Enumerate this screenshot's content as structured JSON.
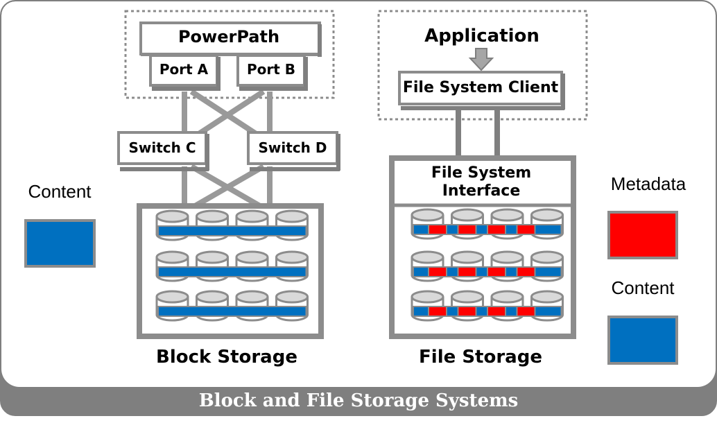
{
  "footer": {
    "title": "Block and File Storage Systems"
  },
  "block": {
    "powerpath": "PowerPath",
    "port_a": "Port A",
    "port_b": "Port B",
    "switch_c": "Switch C",
    "switch_d": "Switch D",
    "caption": "Block Storage"
  },
  "file": {
    "application": "Application",
    "fs_client": "File System Client",
    "fs_interface_line1": "File System",
    "fs_interface_line2": "Interface",
    "caption": "File Storage"
  },
  "legend": {
    "left_content": "Content",
    "metadata": "Metadata",
    "right_content": "Content"
  },
  "colors": {
    "content": "#0070c0",
    "metadata": "#ff0000",
    "frame": "#7f7f7f"
  }
}
